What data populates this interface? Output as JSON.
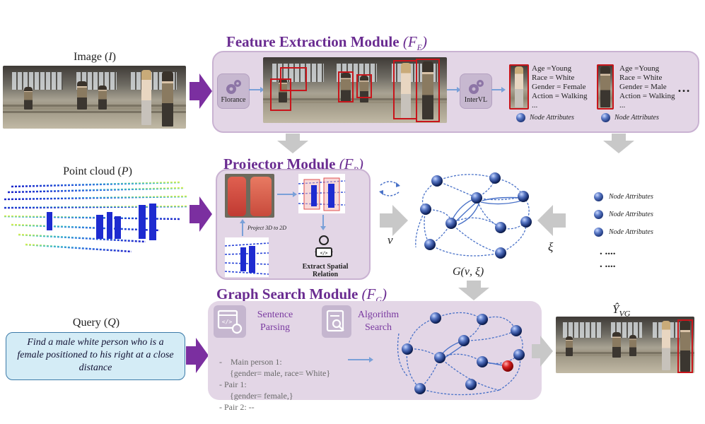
{
  "inputs": {
    "image_label": "Image (I)",
    "pointcloud_label": "Point cloud (P)",
    "query_label": "Query (Q)",
    "query_text": "Find a male white person who is a female positioned to his right at a close distance"
  },
  "modules": {
    "feature_extraction": "Feature Extraction Module (F_E)",
    "projector": "Projector Module (F_P)",
    "graph_search": "Graph Search Module (F_G)"
  },
  "feature_extraction": {
    "florance_label": "Florance",
    "internvl_label": "InterVL",
    "person1": [
      "Age =Young",
      "Race = White",
      "Gender = Female",
      "Action = Walking",
      "..."
    ],
    "person2": [
      "Age =Young",
      "Race = White",
      "Gender = Male",
      "Action = Walking",
      "..."
    ],
    "ellipsis": "…",
    "node_attributes": "Node Attributes"
  },
  "projector": {
    "project_label": "Project 3D to 2D",
    "extract_label": "Extract Spatial Relation"
  },
  "graph": {
    "nu": "ν",
    "xi": "ξ",
    "graph_label": "G(ν, ξ)",
    "node_attribute_list": [
      "Node Attributes",
      "Node Attributes",
      "Node Attributes"
    ],
    "dots": [
      ". ....",
      ". ...."
    ]
  },
  "graph_search": {
    "sentence_parsing": "Sentence Parsing",
    "algorithm_search": "Algorithm Search",
    "parse_lines": [
      "-    Main person 1:",
      "     {gender= male, race= White}",
      "- Pair 1:",
      "     {gender= female,}",
      "- Pair 2: --"
    ]
  },
  "output": {
    "label": "Ŷ_VG"
  },
  "colors": {
    "module_title": "#6a2c91",
    "panel": "#e3d6e6",
    "arrow_purple": "#7b2fa0",
    "bbox": "#c8151b",
    "query_fill": "#d4ecf6",
    "graph_node": "#2b4590",
    "graph_edge": "#4a72c8"
  }
}
